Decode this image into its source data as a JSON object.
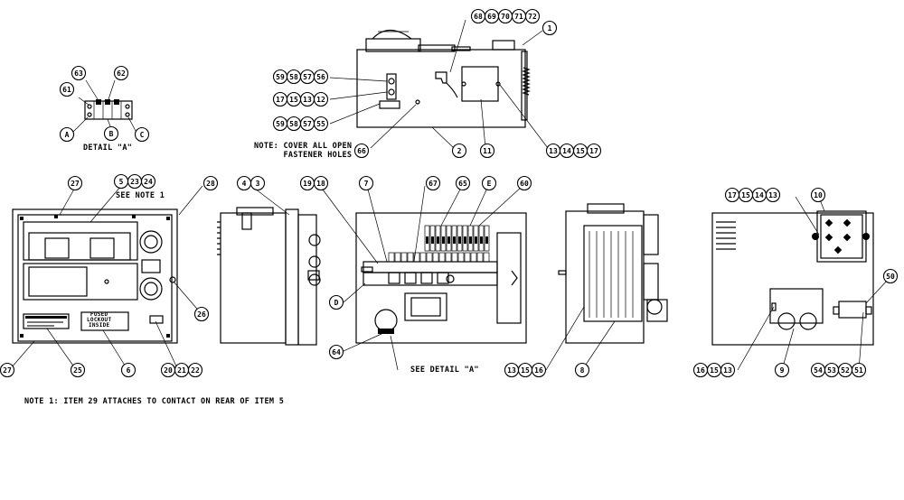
{
  "notes": {
    "cover": "NOTE: COVER ALL OPEN\n      FASTENER HOLES",
    "see_note_1": "SEE NOTE 1",
    "detail_a_title": "DETAIL \"A\"",
    "see_detail_a": "SEE DETAIL \"A\"",
    "note_1": "NOTE 1: ITEM 29 ATTACHES TO CONTACT ON REAR OF ITEM 5"
  },
  "labels": {
    "fused_lockout": "FUSED\nLOCKOUT\nINSIDE"
  },
  "callouts": [
    {
      "id": "c63",
      "items": [
        "63"
      ]
    },
    {
      "id": "c62",
      "items": [
        "62"
      ]
    },
    {
      "id": "c61",
      "items": [
        "61"
      ]
    },
    {
      "id": "cA",
      "items": [
        "A"
      ]
    },
    {
      "id": "cB",
      "items": [
        "B"
      ]
    },
    {
      "id": "cC",
      "items": [
        "C"
      ]
    },
    {
      "id": "c68",
      "items": [
        "68",
        "69",
        "70",
        "71",
        "72"
      ]
    },
    {
      "id": "c1",
      "items": [
        "1"
      ]
    },
    {
      "id": "c59a",
      "items": [
        "59",
        "58",
        "57",
        "56"
      ]
    },
    {
      "id": "c17a",
      "items": [
        "17",
        "15",
        "13",
        "12"
      ]
    },
    {
      "id": "c59b",
      "items": [
        "59",
        "58",
        "57",
        "55"
      ]
    },
    {
      "id": "c66",
      "items": [
        "66"
      ]
    },
    {
      "id": "c2",
      "items": [
        "2"
      ]
    },
    {
      "id": "c11",
      "items": [
        "11"
      ]
    },
    {
      "id": "c13a",
      "items": [
        "13",
        "14",
        "15",
        "17"
      ]
    },
    {
      "id": "c27a",
      "items": [
        "27"
      ]
    },
    {
      "id": "c5",
      "items": [
        "5",
        "23",
        "24"
      ]
    },
    {
      "id": "c28",
      "items": [
        "28"
      ]
    },
    {
      "id": "c43",
      "items": [
        "4",
        "3"
      ]
    },
    {
      "id": "c19",
      "items": [
        "19",
        "18"
      ]
    },
    {
      "id": "c7",
      "items": [
        "7"
      ]
    },
    {
      "id": "c67",
      "items": [
        "67"
      ]
    },
    {
      "id": "c65",
      "items": [
        "65"
      ]
    },
    {
      "id": "cE",
      "items": [
        "E"
      ]
    },
    {
      "id": "c60",
      "items": [
        "60"
      ]
    },
    {
      "id": "c17b",
      "items": [
        "17",
        "15",
        "14",
        "13"
      ]
    },
    {
      "id": "c10",
      "items": [
        "10"
      ]
    },
    {
      "id": "c50",
      "items": [
        "50"
      ]
    },
    {
      "id": "c26",
      "items": [
        "26"
      ]
    },
    {
      "id": "cD",
      "items": [
        "D"
      ]
    },
    {
      "id": "c27b",
      "items": [
        "27"
      ]
    },
    {
      "id": "c25",
      "items": [
        "25"
      ]
    },
    {
      "id": "c6",
      "items": [
        "6"
      ]
    },
    {
      "id": "c20",
      "items": [
        "20",
        "21",
        "22"
      ]
    },
    {
      "id": "c64",
      "items": [
        "64"
      ]
    },
    {
      "id": "c13b",
      "items": [
        "13",
        "15",
        "16"
      ]
    },
    {
      "id": "c8",
      "items": [
        "8"
      ]
    },
    {
      "id": "c16",
      "items": [
        "16",
        "15",
        "13"
      ]
    },
    {
      "id": "c9",
      "items": [
        "9"
      ]
    },
    {
      "id": "c54",
      "items": [
        "54",
        "53",
        "52",
        "51"
      ]
    }
  ]
}
